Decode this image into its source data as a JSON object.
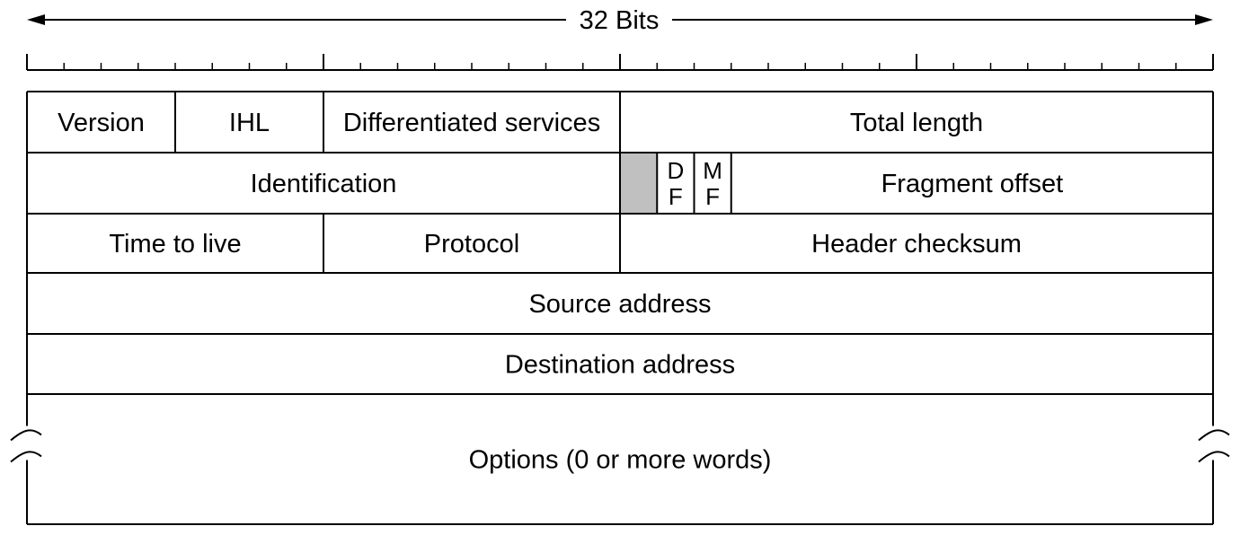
{
  "width_label": "32 Bits",
  "rows": [
    {
      "fields": [
        {
          "label": "Version",
          "bits": 4
        },
        {
          "label": "IHL",
          "bits": 4
        },
        {
          "label": "Differentiated services",
          "bits": 8
        },
        {
          "label": "Total length",
          "bits": 16
        }
      ]
    },
    {
      "fields": [
        {
          "label": "Identification",
          "bits": 16
        },
        {
          "label": "",
          "bits": 1,
          "shaded": true
        },
        {
          "label": "DF",
          "bits": 1,
          "stacked": [
            "D",
            "F"
          ]
        },
        {
          "label": "MF",
          "bits": 1,
          "stacked": [
            "M",
            "F"
          ]
        },
        {
          "label": "Fragment offset",
          "bits": 13
        }
      ]
    },
    {
      "fields": [
        {
          "label": "Time to live",
          "bits": 8
        },
        {
          "label": "Protocol",
          "bits": 8
        },
        {
          "label": "Header checksum",
          "bits": 16
        }
      ]
    },
    {
      "fields": [
        {
          "label": "Source address",
          "bits": 32
        }
      ]
    },
    {
      "fields": [
        {
          "label": "Destination address",
          "bits": 32
        }
      ]
    },
    {
      "fields": [
        {
          "label": "Options (0 or more words)",
          "bits": 32
        }
      ],
      "broken_edges": true
    }
  ],
  "colors": {
    "line": "#000000",
    "shaded_field": "#c0c0c0",
    "background": "#ffffff"
  }
}
